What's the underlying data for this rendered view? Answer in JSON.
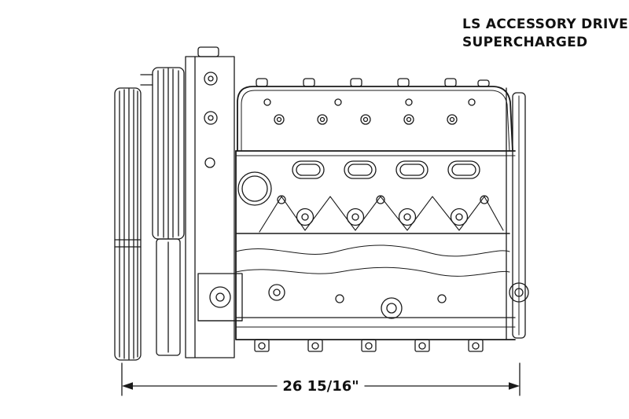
{
  "colors": {
    "line": "#1a1a1a",
    "background": "#ffffff",
    "text": "#111111"
  },
  "title": {
    "line1": "LS ACCESSORY DRIVE",
    "line2": "SUPERCHARGED"
  },
  "dimension": {
    "label": "26 15/16\""
  },
  "diagram": {
    "type": "technical-line-drawing",
    "subject": "LS engine side profile with supercharged accessory drive",
    "parts": [
      "crank-pulley-belt-stack",
      "supercharger-drive-pulley",
      "accessory-bracket",
      "valve-cover",
      "cylinder-head",
      "casting-truss-bosses",
      "engine-block",
      "oil-pan-rail",
      "bellhousing-flange",
      "dimension-overall-width"
    ]
  }
}
